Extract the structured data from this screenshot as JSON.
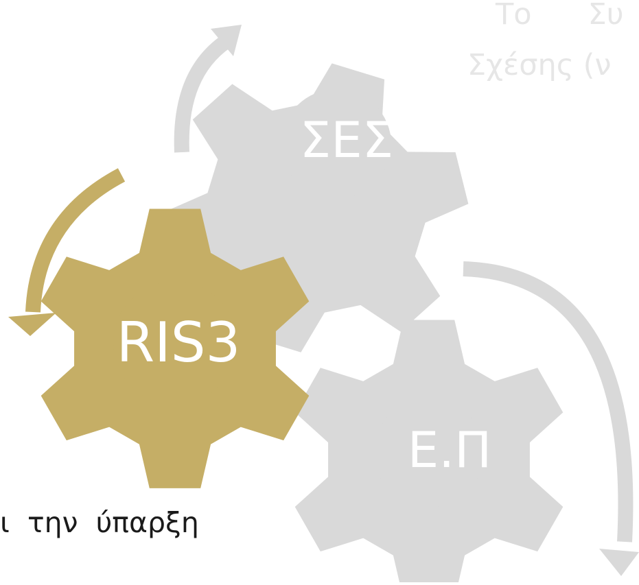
{
  "top_text": {
    "line1": "Το      Συ",
    "line2": "Σχέσης (ν"
  },
  "gears": [
    {
      "id": "ses",
      "label": "ΣΕΣ",
      "color": "#d9d9d9"
    },
    {
      "id": "ris3",
      "label": "RIS3",
      "color": "#c5ae66"
    },
    {
      "id": "ep",
      "label": "Ε.Π",
      "color": "#d9d9d9"
    }
  ],
  "bottom_text": {
    "line1": "ι  την  ύπαρξη",
    "line2": "          "
  },
  "colors": {
    "gold": "#c5ae66",
    "gray": "#d9d9d9",
    "faded_text": "#e6e6e6",
    "dark_text": "#1a1a1a"
  }
}
